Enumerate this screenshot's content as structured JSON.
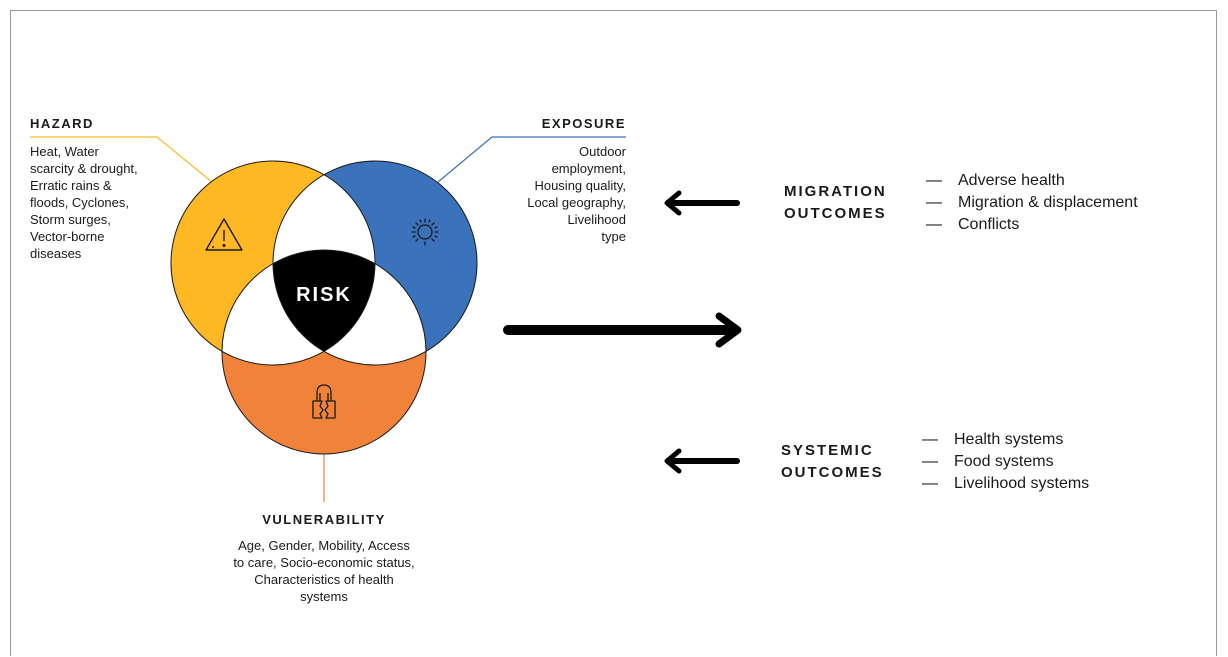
{
  "circles": [
    {
      "id": "hazard",
      "color": "#fdb823"
    },
    {
      "id": "exposure",
      "color": "#3a72bb"
    },
    {
      "id": "vulnerability",
      "color": "#f08339"
    }
  ],
  "risk": {
    "label": "RISK",
    "color": "#000000"
  },
  "hazard": {
    "title": "HAZARD",
    "lines": [
      "Heat, Water",
      "scarcity & drought,",
      "Erratic rains &",
      "floods, Cyclones,",
      "Storm surges,",
      "Vector-borne",
      "diseases"
    ],
    "icon": "warning-icon"
  },
  "exposure": {
    "title": "EXPOSURE",
    "lines": [
      "Outdoor",
      "employment,",
      "Housing quality,",
      "Local geography,",
      "Livelihood",
      "type"
    ],
    "icon": "sun-icon"
  },
  "vulnerability": {
    "title": "VULNERABILITY",
    "lines": [
      "Age, Gender, Mobility, Access",
      "to care, Socio-economic status,",
      "Characteristics of health",
      "systems"
    ],
    "icon": "broken-lock-icon"
  },
  "migration": {
    "title_lines": [
      "MIGRATION",
      "OUTCOMES"
    ],
    "items": [
      "Adverse health",
      "Migration & displacement",
      "Conflicts"
    ]
  },
  "systemic": {
    "title_lines": [
      "SYSTEMIC",
      "OUTCOMES"
    ],
    "items": [
      "Health systems",
      "Food systems",
      "Livelihood systems"
    ]
  },
  "dash": "—"
}
